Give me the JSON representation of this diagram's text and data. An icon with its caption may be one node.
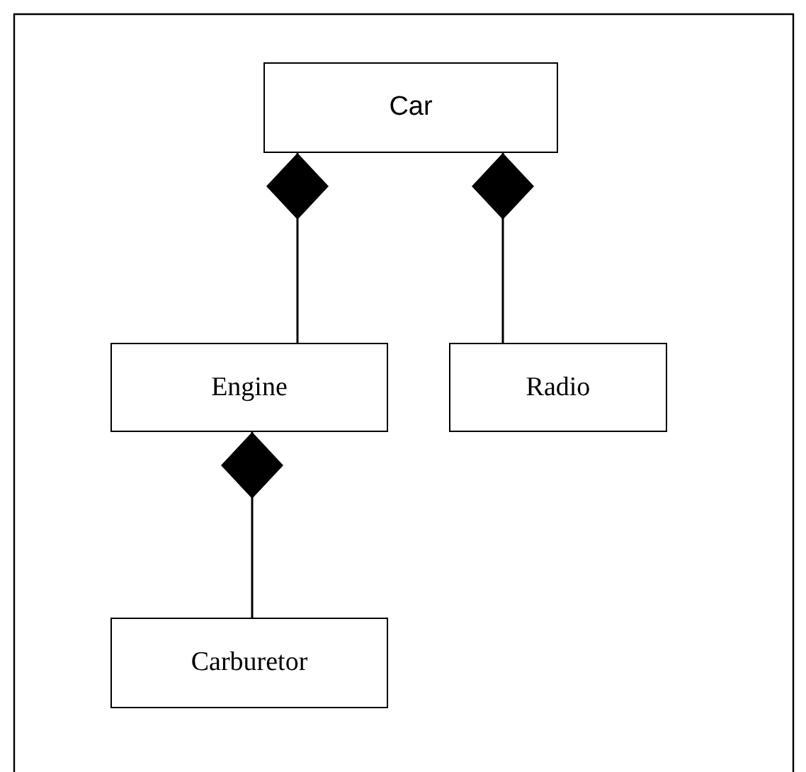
{
  "diagram": {
    "nodes": [
      {
        "text": [
          "Car"
        ]
      },
      {
        "text": [
          "Engine"
        ]
      },
      {
        "text": [
          "Radio"
        ]
      },
      {
        "text": [
          "Carburetor"
        ]
      }
    ],
    "edges": [
      {
        "from": 0,
        "to": 1,
        "arrow": "other"
      },
      {
        "from": 0,
        "to": 2,
        "arrow": "other"
      },
      {
        "from": 1,
        "to": 3,
        "arrow": "other"
      }
    ]
  }
}
